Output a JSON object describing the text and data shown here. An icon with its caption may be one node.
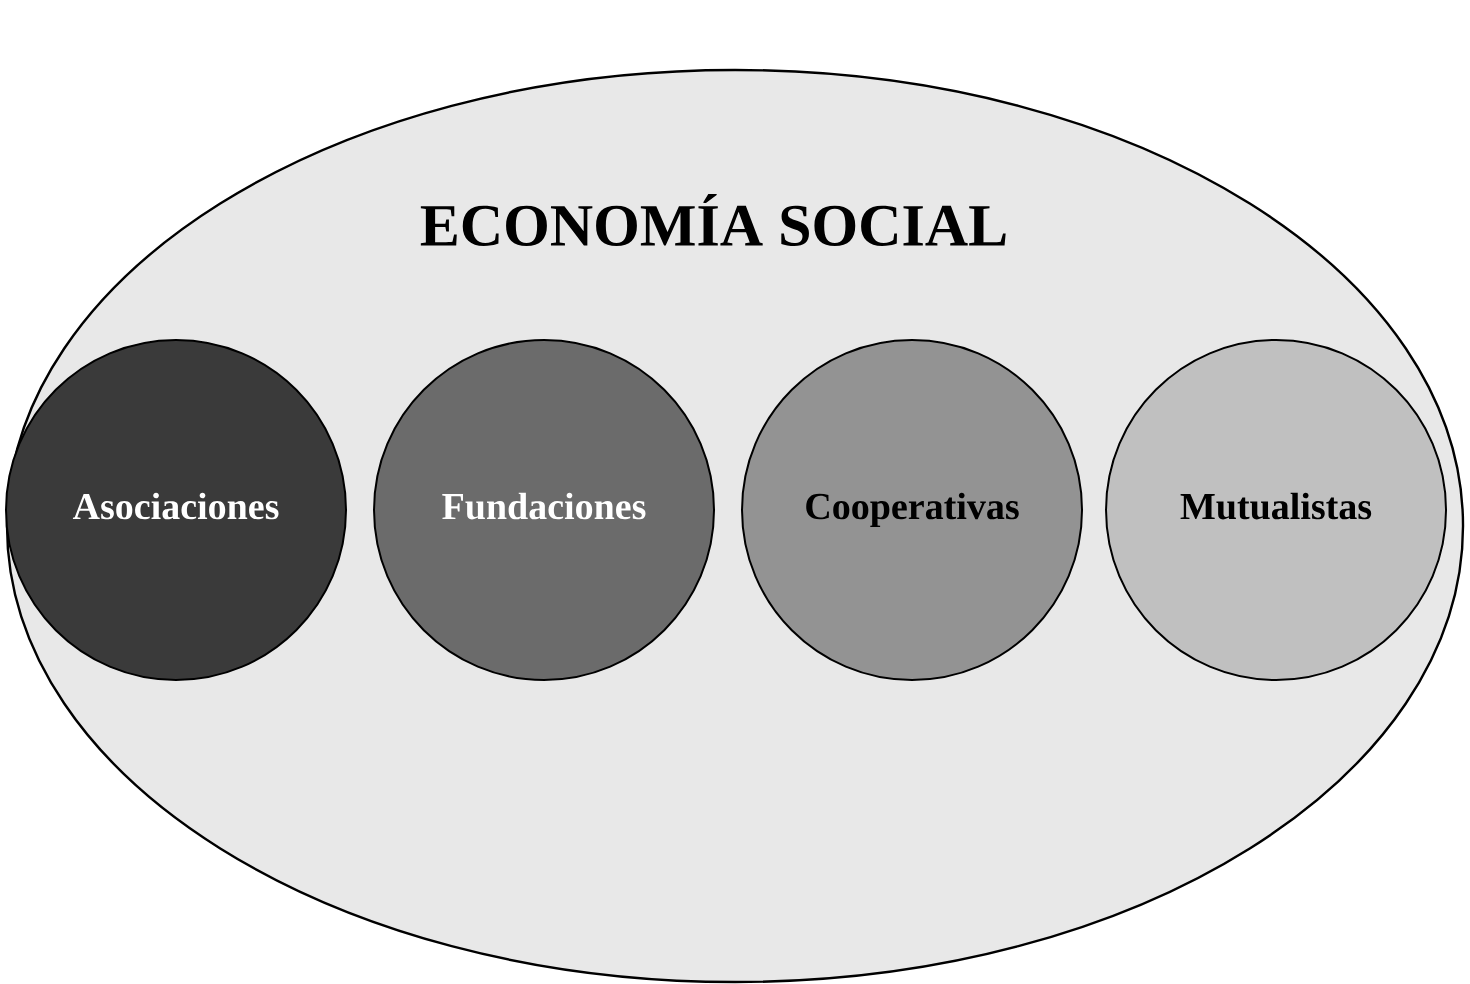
{
  "diagram": {
    "nodes": [
      {
        "text": [
          "ECONOMÍA SOCIAL"
        ]
      },
      {
        "text": [
          "Asociaciones"
        ],
        "in": 0
      },
      {
        "text": [
          "Fundaciones"
        ],
        "in": 0
      },
      {
        "text": [
          "Cooperativas"
        ],
        "in": 0
      },
      {
        "text": [
          "Mutualistas"
        ],
        "in": 0
      }
    ],
    "edges": []
  }
}
